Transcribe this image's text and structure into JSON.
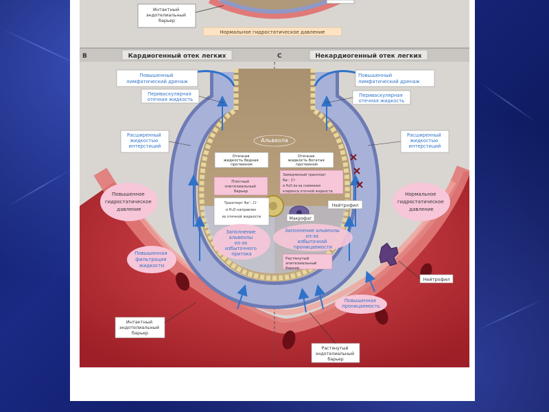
{
  "colors": {
    "background": "#16237a",
    "panel": "#d9d6d2",
    "header_bar": "#c9c5c1",
    "blood": "#c8333a",
    "vessel_wall": "#e07a78",
    "interstitium": "#8e99c7",
    "alveolus_fill": "#b0997a",
    "arrow_blue": "#2f72c9",
    "label_pink": "#f7c6d9",
    "epithelium": "#e8d79a"
  },
  "top": {
    "intact_barrier_label": "Интактный эндотелиальный барьер",
    "normal_pressure_label": "Нормальное гидростатическое давление"
  },
  "panels": {
    "left": {
      "letter": "B",
      "title": "Кардиогенный отек легких",
      "lymph_label": "Повышенный лимфатический дренаж",
      "perivascular_label": "Периваскулярная отечная жидкость",
      "expanded_interstitium_label": "Расширенный жидкостью интерстиций",
      "edema_low_protein_label": "Отечная жидкость бедная протеином",
      "tight_barrier_label": "Плотный эпителиальный барьер",
      "transport_label": "Транспорт Na⁺, Cl⁻ и H₂O направлен из отечной жидкости",
      "filling_label": "Заполнение альвеолы из-за избыточного притока",
      "hydrostatic_label": "Повышенное гидростатическое давление",
      "filtration_label": "Повышенная фильтрация жидкости",
      "intact_barrier_label": "Интактный эндотелиальный барьер"
    },
    "right": {
      "letter": "C",
      "title": "Некардиогенный отек легких",
      "lymph_label": "Повышенный лимфатический дренаж",
      "perivascular_label": "Периваскулярная отечная жидкость",
      "expanded_interstitium_label": "Расширенный жидкостью интерстиций",
      "edema_rich_protein_label": "Отечная жидкость богатая протеином",
      "slow_transport_label": "Замедленный транспорт Na⁺, Cl⁻ и H₂O из-за снижения клиренса отечной жидкости",
      "neutrophil_label": "Нейтрофил",
      "macrophage_label": "Макрофаг",
      "filling_label": "Заполнение альвеолы из-за избыточной проницаемости",
      "damaged_epithelium_label": "Растянутый эпителиальный барьер",
      "hydrostatic_label": "Нормальное гидростатическое давление",
      "neutrophil2_label": "Нейтрофил",
      "permeability_label": "Повышенная проницаемость",
      "damaged_endothelium_label": "Растянутый эндотелиальный барьер"
    }
  },
  "alveolus_label": "Альвеола"
}
